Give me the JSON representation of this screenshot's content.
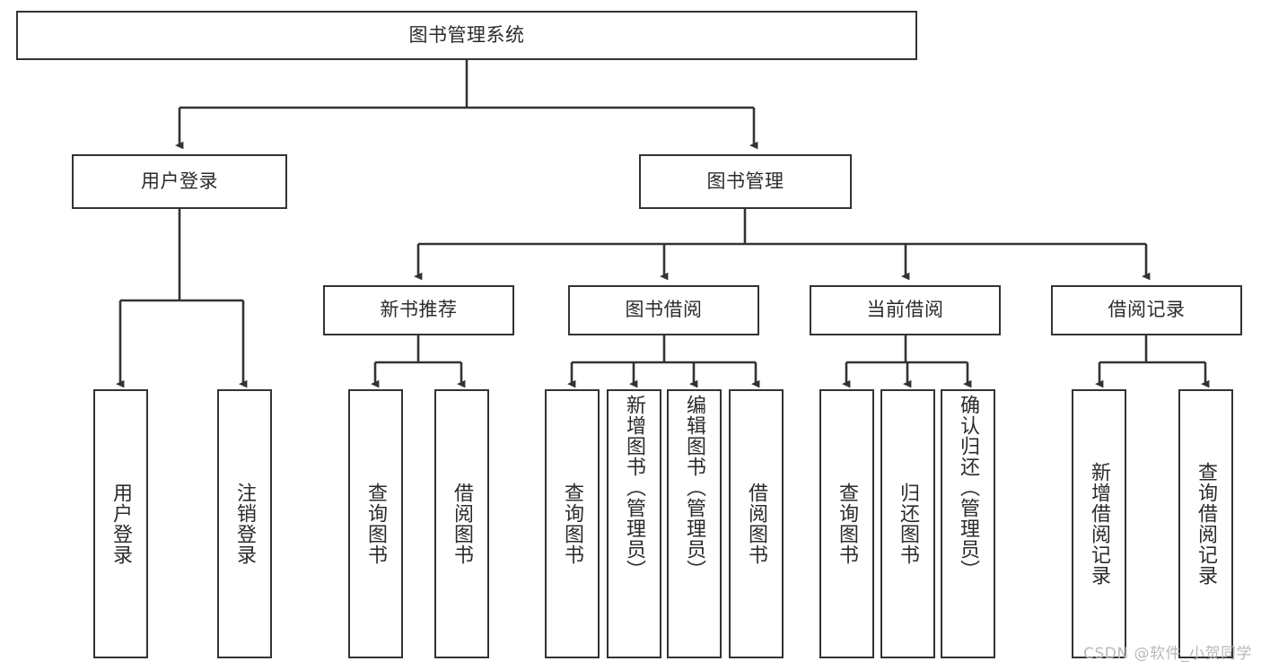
{
  "diagram": {
    "title": "图书管理系统",
    "type": "tree-hierarchy-diagram",
    "root": {
      "label": "图书管理系统"
    },
    "level1": [
      {
        "label": "用户登录"
      },
      {
        "label": "图书管理"
      }
    ],
    "level2": [
      {
        "label": "新书推荐"
      },
      {
        "label": "图书借阅"
      },
      {
        "label": "当前借阅"
      },
      {
        "label": "借阅记录"
      }
    ],
    "leaves": {
      "user_login": [
        {
          "label": "用户登录"
        },
        {
          "label": "注销登录"
        }
      ],
      "new_book_recommend": [
        {
          "label": "查询图书"
        },
        {
          "label": "借阅图书"
        }
      ],
      "book_borrow": [
        {
          "label": "查询图书"
        },
        {
          "label": "新增图书（管理员）"
        },
        {
          "label": "编辑图书（管理员）"
        },
        {
          "label": "借阅图书"
        }
      ],
      "current_borrow": [
        {
          "label": "查询图书"
        },
        {
          "label": "归还图书"
        },
        {
          "label": "确认归还（管理员）"
        }
      ],
      "borrow_record": [
        {
          "label": "新增借阅记录"
        },
        {
          "label": "查询借阅记录"
        }
      ]
    }
  },
  "watermark": {
    "text": "CSDN @软件_小贺同学"
  },
  "colors": {
    "stroke": "#333333",
    "text": "#2b2b2b",
    "background": "#ffffff",
    "watermark": "#b9b9b9"
  }
}
